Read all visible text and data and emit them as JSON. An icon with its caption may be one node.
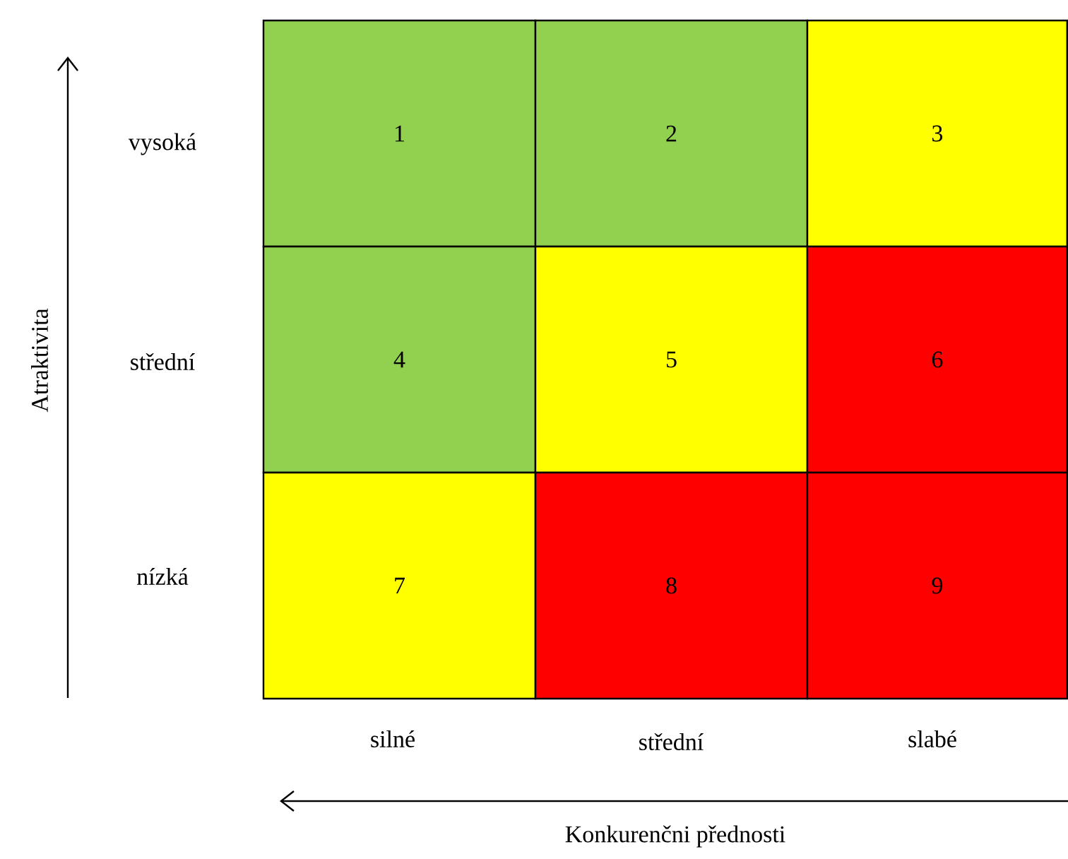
{
  "diagram": {
    "nodes": [
      {
        "text": [
          "1"
        ]
      },
      {
        "text": [
          "2"
        ]
      },
      {
        "text": [
          "3"
        ]
      },
      {
        "text": [
          "4"
        ]
      },
      {
        "text": [
          "5"
        ]
      },
      {
        "text": [
          "6"
        ]
      },
      {
        "text": [
          "7"
        ]
      },
      {
        "text": [
          "8"
        ]
      },
      {
        "text": [
          "9"
        ]
      }
    ],
    "labels": [
      "Atraktivita",
      "vysoká",
      "střední",
      "nízká",
      "silné",
      "střední",
      "slabé",
      "Konkurenčni přednosti"
    ]
  }
}
